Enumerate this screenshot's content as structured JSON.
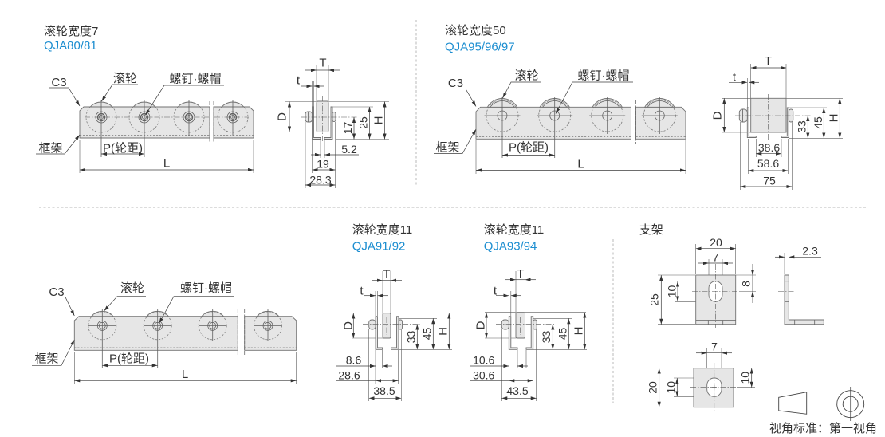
{
  "colors": {
    "model_text": "#1b8dd0",
    "part_fill": "#e6e6e6"
  },
  "roller_width_7": {
    "title": "滚轮宽度7",
    "models": "QJA80/81",
    "side_view": {
      "chamfer": "C3",
      "roller": "滚轮",
      "fastener": "螺钉·螺帽",
      "frame": "框架",
      "pitch": "P(轮距)",
      "length": "L"
    },
    "section_view": {
      "roller_width": "T",
      "frame_thickness": "t",
      "roller_diameter": "D",
      "height": "H",
      "dims": {
        "axle_height": "17",
        "frame_height": "25",
        "bottom_gap": "5.2",
        "frame_width": "19",
        "overall_width": "28.3"
      }
    }
  },
  "roller_width_50": {
    "title": "滚轮宽度50",
    "models": "QJA95/96/97",
    "side_view": {
      "chamfer": "C3",
      "roller": "滚轮",
      "fastener": "螺钉·螺帽",
      "frame": "框架",
      "pitch": "P(轮距)",
      "length": "L"
    },
    "section_view": {
      "roller_width": "T",
      "frame_thickness": "t",
      "roller_diameter": "D",
      "height": "H",
      "dims": {
        "axle_height": "33",
        "frame_height": "45",
        "inner_width": "38.6",
        "frame_width": "58.6",
        "overall_width": "75"
      }
    }
  },
  "roller_width_11": {
    "side_view": {
      "chamfer": "C3",
      "roller": "滚轮",
      "fastener": "螺钉·螺帽",
      "frame": "框架",
      "pitch": "P(轮距)",
      "length": "L"
    },
    "variants": [
      {
        "title": "滚轮宽度11",
        "models": "QJA91/92",
        "section_view": {
          "roller_width": "T",
          "frame_thickness": "t",
          "roller_diameter": "D",
          "height": "H",
          "dims": {
            "axle_height": "33",
            "frame_height": "45",
            "inner_offset": "8.6",
            "frame_width": "28.6",
            "overall_width": "38.5"
          }
        }
      },
      {
        "title": "滚轮宽度11",
        "models": "QJA93/94",
        "section_view": {
          "roller_width": "T",
          "frame_thickness": "t",
          "roller_diameter": "D",
          "height": "H",
          "dims": {
            "axle_height": "33",
            "frame_height": "45",
            "inner_offset": "10.6",
            "frame_width": "30.6",
            "overall_width": "43.5"
          }
        }
      }
    ]
  },
  "bracket": {
    "title": "支架",
    "front_view": {
      "width": "20",
      "slot_width": "7",
      "height": "25",
      "slot_length": "10",
      "slot_position": "8"
    },
    "side_view": {
      "thickness": "2.3"
    },
    "alt_front_view": {
      "slot_width": "7",
      "height": "20",
      "slot_length": "10",
      "slot_position": "10"
    }
  },
  "projection": {
    "label": "视角标准：第一视角",
    "symbol": "first-angle-projection-icon"
  }
}
